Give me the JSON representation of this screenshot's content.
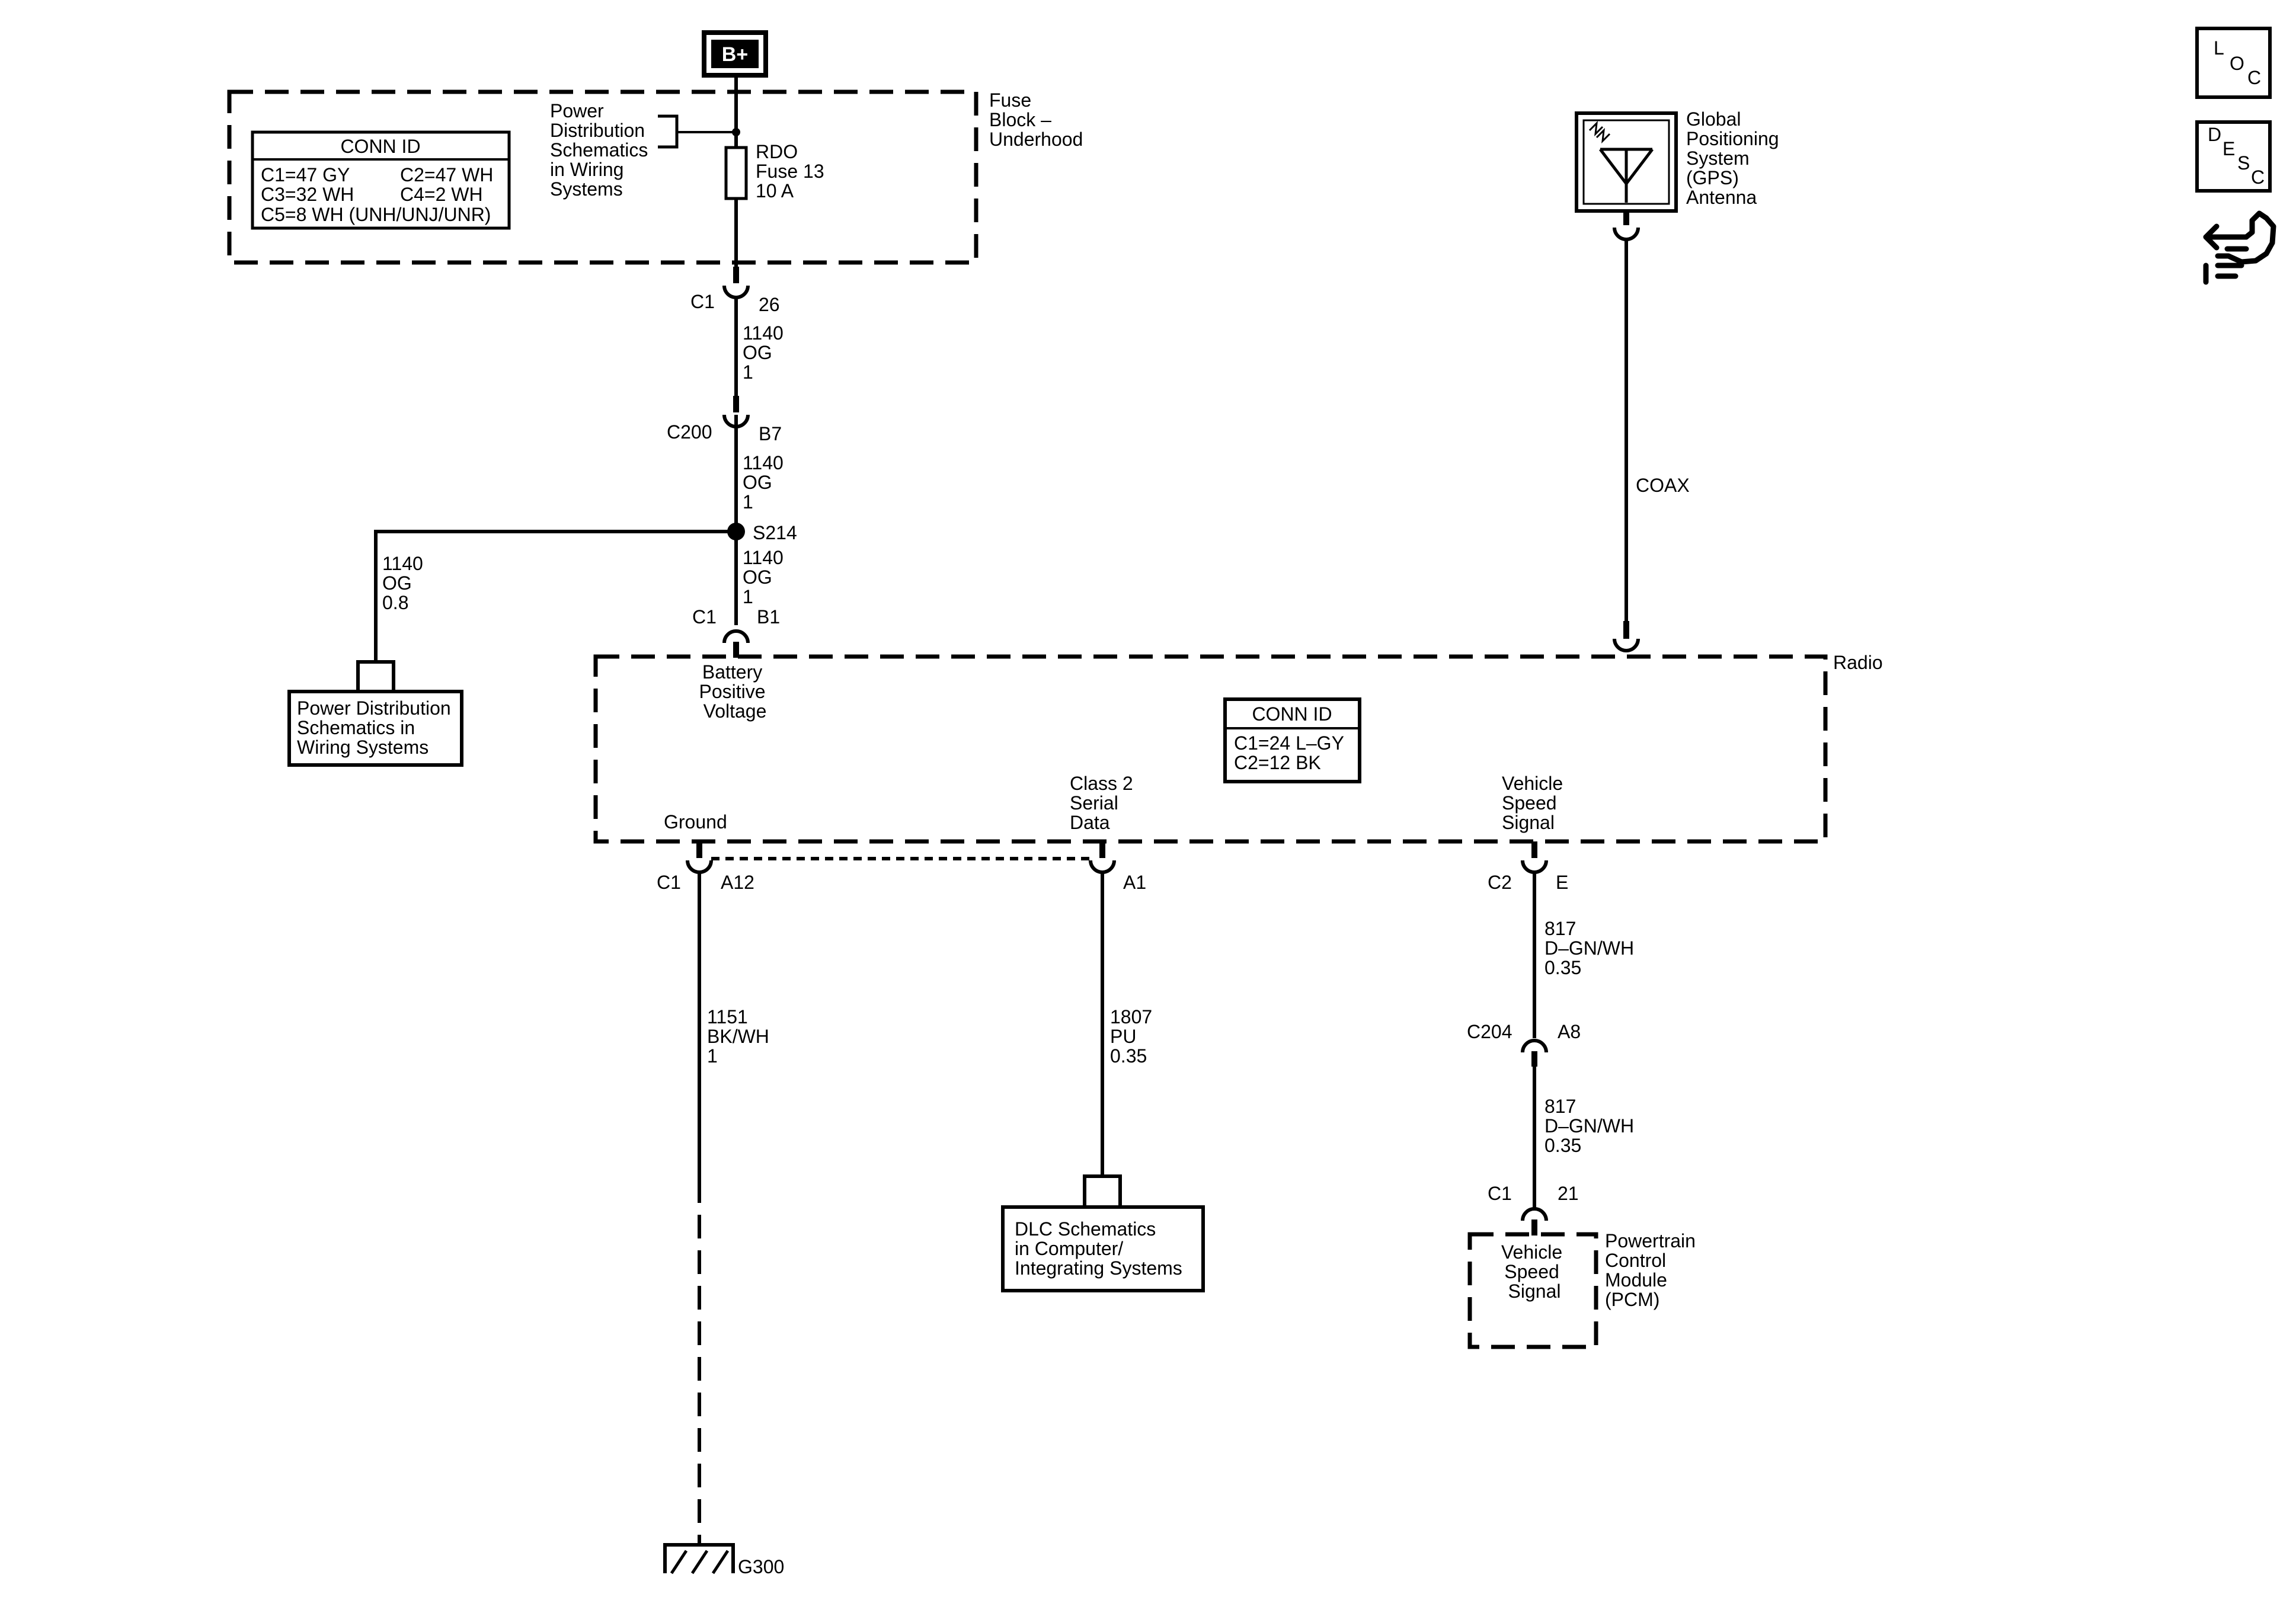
{
  "supply": {
    "label": "B+"
  },
  "fuse_block": {
    "name": [
      "Fuse",
      "Block –",
      "Underhood"
    ],
    "conn_id_title": "CONN ID",
    "conn_id_rows": [
      [
        "C1=47 GY",
        "C2=47 WH"
      ],
      [
        "C3=32 WH",
        "C4=2 WH"
      ],
      [
        "C5=8 WH (UNH/UNJ/UNR)",
        ""
      ]
    ],
    "power_ref": [
      "Power",
      "Distribution",
      "Schematics",
      "in Wiring",
      "Systems"
    ],
    "fuse_label": [
      "RDO",
      "Fuse 13",
      "10 A"
    ]
  },
  "connectors": {
    "fuse_c1": {
      "name": "C1",
      "pin": "26"
    },
    "c200": {
      "name": "C200",
      "pin": "B7"
    },
    "radio_bat": {
      "name": "C1",
      "pin": "B1"
    },
    "radio_gnd": {
      "name": "C1",
      "pin": "A12"
    },
    "radio_data": {
      "pin": "A1"
    },
    "radio_vss": {
      "name": "C2",
      "pin": "E"
    },
    "c204": {
      "name": "C204",
      "pin": "A8"
    },
    "pcm_c1": {
      "name": "C1",
      "pin": "21"
    }
  },
  "wires": {
    "w_fuse_c200": [
      "1140",
      "OG",
      "1"
    ],
    "w_c200_s214": [
      "1140",
      "OG",
      "1"
    ],
    "w_s214_left": [
      "1140",
      "OG",
      "0.8"
    ],
    "w_s214_radio": [
      "1140",
      "OG",
      "1"
    ],
    "w_ground": [
      "1151",
      "BK/WH",
      "1"
    ],
    "w_data": [
      "1807",
      "PU",
      "0.35"
    ],
    "w_vss_top": [
      "817",
      "D–GN/WH",
      "0.35"
    ],
    "w_vss_bottom": [
      "817",
      "D–GN/WH",
      "0.35"
    ],
    "w_coax": "COAX"
  },
  "splice": {
    "name": "S214"
  },
  "power_dist_box": [
    "Power Distribution",
    "Schematics in",
    "Wiring Systems"
  ],
  "radio": {
    "name": "Radio",
    "conn_id_title": "CONN ID",
    "conn_id_rows": [
      "C1=24 L–GY",
      "C2=12 BK"
    ],
    "pin_battery": [
      "Battery",
      "Positive",
      "Voltage"
    ],
    "pin_ground": "Ground",
    "pin_serial": [
      "Class 2",
      "Serial",
      "Data"
    ],
    "pin_vss": [
      "Vehicle",
      "Speed",
      "Signal"
    ]
  },
  "gps": {
    "name": [
      "Global",
      "Positioning",
      "System",
      "(GPS)",
      "Antenna"
    ]
  },
  "dlc_box": [
    "DLC Schematics",
    "in Computer/",
    "Integrating Systems"
  ],
  "pcm": {
    "name": [
      "Powertrain",
      "Control",
      "Module",
      "(PCM)"
    ],
    "pin": [
      "Vehicle",
      "Speed",
      "Signal"
    ]
  },
  "ground": {
    "name": "G300"
  },
  "side_buttons": {
    "loc": [
      "L",
      "O",
      "C"
    ],
    "desc": [
      "D",
      "E",
      "S",
      "C"
    ]
  }
}
